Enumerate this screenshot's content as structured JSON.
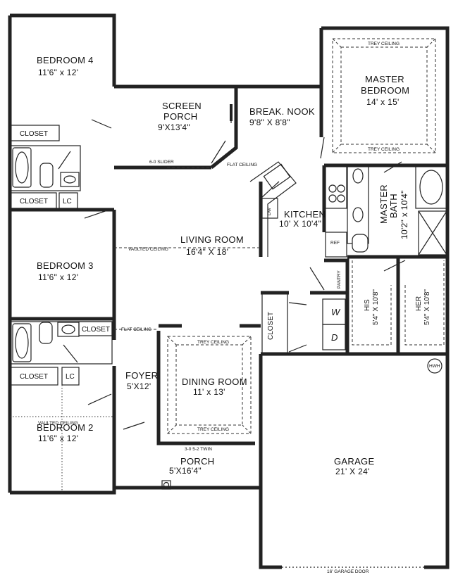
{
  "rooms": {
    "bedroom4": {
      "name": "BEDROOM 4",
      "dim": "11'6\" x 12'"
    },
    "screen_porch": {
      "name": "SCREEN",
      "name2": "PORCH",
      "dim": "9'X13'4\""
    },
    "break_nook": {
      "name": "BREAK. NOOK",
      "dim": "9'8\" X 8'8\""
    },
    "master_bedroom": {
      "name": "MASTER",
      "name2": "BEDROOM",
      "dim": "14' x 15'"
    },
    "kitchen": {
      "name": "KITCHEN",
      "dim": "10' X 10'4\""
    },
    "master_bath": {
      "name": "MASTER",
      "name2": "BATH",
      "dim": "10'2\" x 10'4\""
    },
    "living_room": {
      "name": "LIVING ROOM",
      "dim": "16'4\" X 18'"
    },
    "bedroom3": {
      "name": "BEDROOM 3",
      "dim": "11'6\" x 12'"
    },
    "his": {
      "name": "HIS",
      "dim": "5'4\" X 10'8\""
    },
    "her": {
      "name": "HER",
      "dim": "5'4\" X 10'8\""
    },
    "foyer": {
      "name": "FOYER",
      "dim": "5'X12'"
    },
    "dining_room": {
      "name": "DINING ROOM",
      "dim": "11' x 13'"
    },
    "bedroom2": {
      "name": "BEDROOM 2",
      "dim": "11'6\" x 12'"
    },
    "porch": {
      "name": "PORCH",
      "dim": "5'X16'4\""
    },
    "garage": {
      "name": "GARAGE",
      "dim": "21' X 24'"
    }
  },
  "labels": {
    "closet": "CLOSET",
    "lc": "LC",
    "dw": "DW",
    "ref": "REF",
    "pantry": "PANTRY",
    "washer": "W",
    "dryer": "D",
    "hwh": "HWH",
    "trey_ceiling": "TREY CEILING",
    "flat_ceiling": "FLAT CEILING",
    "vaulted_ceiling": "VAULTED CEILING",
    "vaulted_ceiling_b2": "VAULTED CEILING",
    "slider": "6-0 SLIDER",
    "window_twin": "3-0 5-2 TWIN",
    "garage_door": "16' GARAGE DOOR"
  }
}
